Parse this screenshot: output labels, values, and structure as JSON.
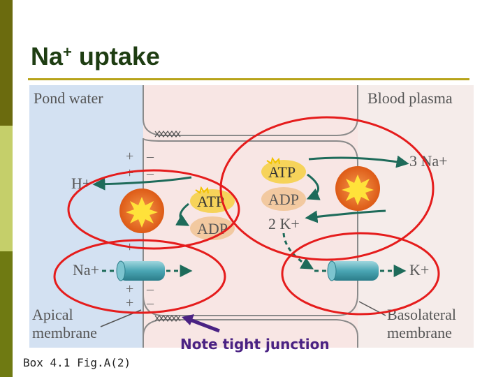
{
  "slide": {
    "title_main": "Na",
    "title_sup": "+",
    "title_rest": " uptake",
    "caption": "Box 4.1 Fig.A(2)",
    "note": "Note tight junction"
  },
  "diagram": {
    "pond_water": "Pond water",
    "blood_plasma": "Blood plasma",
    "h_ion": "H+",
    "na_ion_left": "Na+",
    "three_na": "3 Na+",
    "two_k": "2 K+",
    "k_ion_right": "K+",
    "atp_left": "ATP",
    "adp_left": "ADP",
    "atp_right": "ATP",
    "adp_right": "ADP",
    "apical_line1": "Apical",
    "apical_line2": "membrane",
    "basolateral_line1": "Basolateral",
    "basolateral_line2": "membrane",
    "plus": "+",
    "minus": "–"
  },
  "colors": {
    "pond_water": "#d3e1f2",
    "cell": "#f8e6e4",
    "blood_plasma": "#f5ecea",
    "membrane": "#8a8a8a",
    "arrow": "#1e6b5a",
    "red_ellipse": "#e51c1c",
    "atp_fill": "#f6d35a",
    "adp_fill": "#f2c9a0",
    "pump": "#e8621e",
    "channel": "#4aa5b3",
    "title_text": "#1e3d12",
    "note_text": "#4a2283"
  }
}
